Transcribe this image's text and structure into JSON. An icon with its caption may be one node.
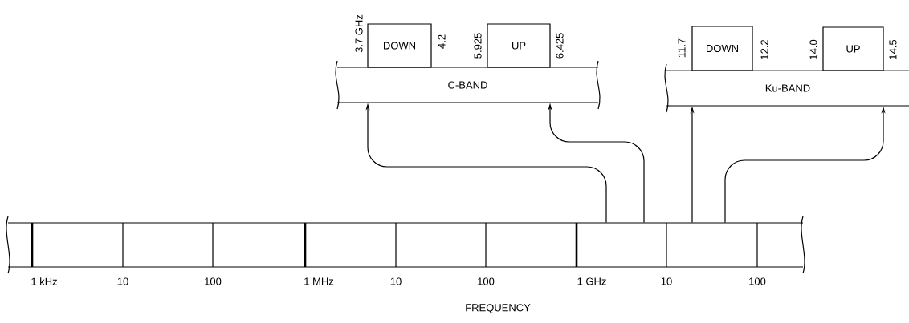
{
  "diagram": {
    "nodes": [
      {
        "text": [
          "C-BAND"
        ]
      },
      {
        "text": [
          "DOWN"
        ]
      },
      {
        "text": [
          "UP"
        ]
      },
      {
        "text": [
          "Ku-BAND"
        ]
      },
      {
        "text": [
          "DOWN"
        ]
      },
      {
        "text": [
          "UP"
        ]
      },
      {
        "text": [],
        "shape": "bar"
      }
    ],
    "edges": [
      {
        "from": 6,
        "to": 0,
        "arrow": "to"
      },
      {
        "from": 6,
        "to": 0,
        "arrow": "to"
      },
      {
        "from": 6,
        "to": 3,
        "arrow": "to"
      },
      {
        "from": 6,
        "to": 3,
        "arrow": "to"
      }
    ],
    "labels": [
      "3.7 GHz",
      "4.2",
      "5.925",
      "6.425",
      "11.7",
      "12.2",
      "14.0",
      "14.5",
      "1 kHz",
      "10",
      "100",
      "1 MHz",
      "10",
      "100",
      "1 GHz",
      "10",
      "100",
      "FREQUENCY"
    ]
  }
}
